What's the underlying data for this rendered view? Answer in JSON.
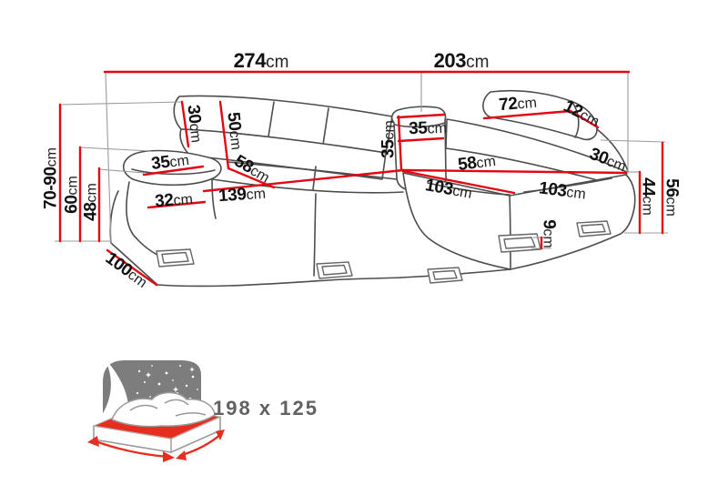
{
  "colors": {
    "dimension": "#e30613",
    "outline": "#4d4d4d",
    "extension": "#9b9b9b",
    "icon_gray": "#7d7d7d",
    "bed_red": "#e52d20",
    "label_gray": "#616161"
  },
  "dims": [
    {
      "id": "total-width-left",
      "value": "274",
      "unit": "cm"
    },
    {
      "id": "total-width-right",
      "value": "203",
      "unit": "cm"
    },
    {
      "id": "overall-height",
      "value": "70-90",
      "unit": "cm"
    },
    {
      "id": "armrest-height-left",
      "value": "60",
      "unit": "cm"
    },
    {
      "id": "seat-height-left",
      "value": "48",
      "unit": "cm"
    },
    {
      "id": "backrest-top-left",
      "value": "30",
      "unit": "cm"
    },
    {
      "id": "backrest-height-left",
      "value": "50",
      "unit": "cm"
    },
    {
      "id": "armrest-top-left",
      "value": "35",
      "unit": "cm"
    },
    {
      "id": "armrest-front-left",
      "value": "32",
      "unit": "cm"
    },
    {
      "id": "seat-depth-left",
      "value": "58",
      "unit": "cm"
    },
    {
      "id": "seat-width-left",
      "value": "139",
      "unit": "cm"
    },
    {
      "id": "section-depth-left",
      "value": "100",
      "unit": "cm"
    },
    {
      "id": "corner-cushion-width",
      "value": "35",
      "unit": "cm"
    },
    {
      "id": "corner-cushion-height",
      "value": "35",
      "unit": "cm"
    },
    {
      "id": "headrest-width",
      "value": "72",
      "unit": "cm"
    },
    {
      "id": "headrest-side",
      "value": "12",
      "unit": "cm"
    },
    {
      "id": "seat-depth-right",
      "value": "58",
      "unit": "cm"
    },
    {
      "id": "armrest-top-right",
      "value": "30",
      "unit": "cm"
    },
    {
      "id": "chaise-length-inner",
      "value": "103",
      "unit": "cm"
    },
    {
      "id": "chaise-length-outer",
      "value": "103",
      "unit": "cm"
    },
    {
      "id": "armrest-height-right",
      "value": "44",
      "unit": "cm"
    },
    {
      "id": "backrest-height-right",
      "value": "56",
      "unit": "cm"
    },
    {
      "id": "leg-height",
      "value": "9",
      "unit": "cm"
    }
  ],
  "sleeping": {
    "size": "198 x 125"
  }
}
